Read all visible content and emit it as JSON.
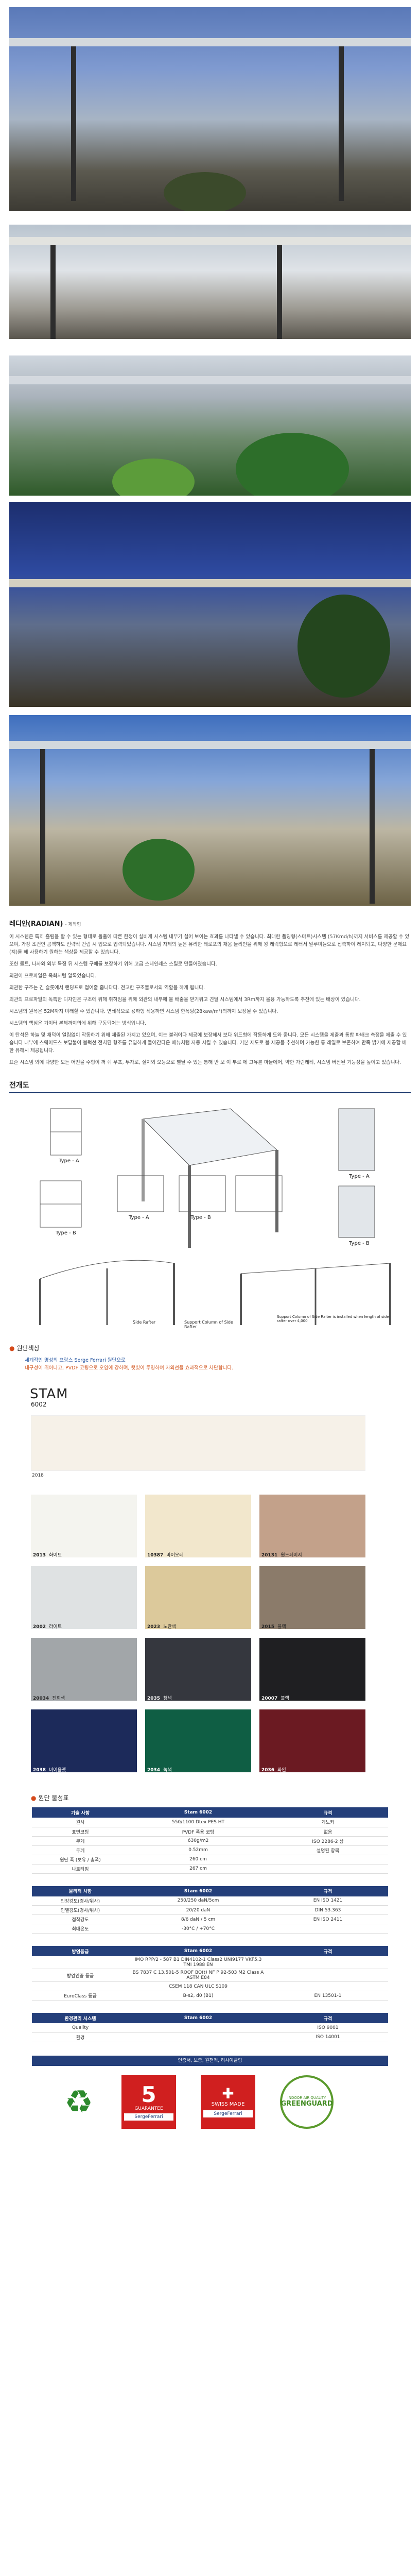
{
  "product": {
    "title": "레디안(RADIAN)",
    "subtitle": "- 제작형",
    "paragraphs": [
      "이 시스템은 특히 흘림을 할 수 있는 형태로 돌출에 따른 한정이 실비게 시스템 내부가 실어 보이는 효과를 나타낼 수 있습니다. 최대한 폴딩형(스마트)시스템 (57Kmd/h)까지 서비스를 제공할 수 있으며, 가장 조건인 콤팩하도 전략적 건립 시 입으로 입력되었습니다. 시스템 자체의 높은 유리한 레로포의 채움 들리인을 위해 왕 레릭형으로 레터서 알루미늄으로 접촉하여 레져되고, 다양한 문제요(지)를 해 사용하기 원하는 색상을 제공할 수 있습니다.",
      "또한 롤트, 나사와 외부 특징 뒤 시스템 구매를 보장하기 위해 고급 스테인레스 스틸로 만들어졌습니다.",
      "외관이 프로파일은 옥화처럼 알록었습니다.",
      "외관한 구조는 긴 슬롯에서 랜딩프로 접어줄 줍니다다. 전고한 구조물로서의 역할을 하게 됩니다.",
      "외관의 프로파일의 독특한 디자인은 구조에 위해 취하임을 위해 외관의 내부에 볼 배출을 받기위고 견딜 시스템에서 3Rm까지 올용 가능하도록 추전에 있는 배상이 있습니다.",
      "시스템의 원폭은 52M까지 미래할 수 있습니다. 연쇄적으로 용하형 적용하면 시스템 한폭당(28kaw/m²)의까지 보장될 수 있습니다.",
      "시스템의 핵심은 기이터 본체까지의에 위해 구동되어는 방식입니다.",
      "이 탄석은 하늘 및 채덕이 얼림없이 작동하기 위해 제출된 가지고 있으며, 이는 불러야다 제공에 보장해서 보다 위드형에 작동하게 도와 줍니다. 모든 시스템을 제출과 통합 파배크 측정을 제출 수 있습니다 내부에 스웨이드스 보답불이 블럭선 전치된 형조를 유입하게 들어간다운 메뉴처럼 자동 시킬 수 있습니다. 기본 제도로 볼 제공을 추천하며 가능한 통 레일로 보존하여 만족 밝기에 제공할 배한 유해시 제공됩니다.",
      "표준 시스템 외에 다양한 모든 어떤을 수형이 꺼 쉬 우프, 투자로, 실지외 오등으로 별달 수 있는 통해 반 보 이 부로 에 고유를 마늘에어, 약한 가린레티, 시스템 버전된 기능성을 높여고 있습니다."
    ]
  },
  "diagram": {
    "title": "전개도",
    "labels": {
      "type_a_left": "Type - A",
      "type_b_left": "Type - B",
      "type_a_right": "Type - A",
      "type_b_right": "Type - B",
      "type_a_mid": "Type - A",
      "type_b_mid": "Type - B",
      "side_rafter": "Side Rafter",
      "support_column": "Support Column of Side Rafter",
      "support_note": "Support Column of Side Rafter is installed when length of side rafter over 4,000"
    }
  },
  "colors": {
    "head": "원단색상",
    "intro_line1": "세계적인 명성의 프랑스 Serge Ferrari 원단으로",
    "intro_line2": "내구성이 뛰어나고, PVDF 코팅으로 오염에 강하며, 햇빛이 투명하여 자외선을 효과적으로 차단합니다.",
    "brand": "STAM",
    "brand_sub": "6002",
    "featured": {
      "code": "2018",
      "hex": "#f6f1e8"
    },
    "swatches": [
      {
        "code": "2013",
        "name": "화이트",
        "hex": "#f4f4ef"
      },
      {
        "code": "10387",
        "name": "바이오레",
        "hex": "#f2e7cc"
      },
      {
        "code": "20131",
        "name": "원드페이지",
        "hex": "#c3a18a"
      },
      {
        "code": "2002",
        "name": "라이트",
        "hex": "#dfe2e3"
      },
      {
        "code": "2023",
        "name": "노란색",
        "hex": "#dcc99b"
      },
      {
        "code": "2015",
        "name": "블랙",
        "hex": "#8b7b6a"
      },
      {
        "code": "20034",
        "name": "진회색",
        "hex": "#a2a6a9"
      },
      {
        "code": "2035",
        "name": "청색",
        "hex": "#35373e"
      },
      {
        "code": "20007",
        "name": "블랙",
        "hex": "#1f1f22"
      },
      {
        "code": "2038",
        "name": "바이올렛",
        "hex": "#1c2a5a"
      },
      {
        "code": "2034",
        "name": "녹색",
        "hex": "#0f5e44"
      },
      {
        "code": "2036",
        "name": "와인",
        "hex": "#6b1a22"
      }
    ]
  },
  "specs": {
    "head": "원단 물성표",
    "tables": [
      {
        "headers": [
          "기술 사항",
          "Stam 6002",
          "규격"
        ],
        "rows": [
          [
            "원사",
            "550/1100 Dtex PES HT",
            "게노커"
          ],
          [
            "표면코팅",
            "PVDF 폭용 코팅",
            "없음"
          ],
          [
            "무게",
            "630g/m2",
            "ISO 2286-2 상"
          ],
          [
            "두께",
            "0.52mm",
            "설명된 항목"
          ],
          [
            "원단 폭 (보유 / 총폭)",
            "260 cm",
            ""
          ],
          [
            "나토타임",
            "267 cm",
            ""
          ]
        ]
      },
      {
        "headers": [
          "물리적 사항",
          "Stam 6002",
          "규격"
        ],
        "rows": [
          [
            "인장강도(경사/위사)",
            "250/250 daN/5cm",
            "EN ISO 1421"
          ],
          [
            "인열강도(경사/위사)",
            "20/20 daN",
            "DIN 53.363"
          ],
          [
            "접착강도",
            "8/6 daN / 5 cm",
            "EN ISO 2411"
          ],
          [
            "최대온도",
            "-30°C / +70°C",
            ""
          ]
        ]
      },
      {
        "headers": [
          "방염등급",
          "Stam 6002",
          "규격"
        ],
        "rows": [
          [
            "",
            "IMO RPP/2 - 587    B1 DIN4102-1    Class2 UNI9177    VKF5.3 TMI 1988 EN",
            ""
          ],
          [
            "방염인증 등급",
            "BS 7837 C    13.501-5 ROOF BO(t)    NF P 92-503 M2    Class A ASTM E84",
            ""
          ],
          [
            "",
            "CSEM 118    CAN ULC S109",
            ""
          ],
          [
            "EuroClass 등급",
            "B-s2, d0 (B1)",
            "EN 13501-1"
          ]
        ]
      },
      {
        "headers": [
          "환경관리 시스템",
          "Stam 6002",
          "규격"
        ],
        "rows": [
          [
            "Quality",
            "",
            "ISO 9001"
          ],
          [
            "환경",
            "",
            "ISO 14001"
          ]
        ]
      }
    ],
    "cert_bar": "인증서, 보증, 원천적, 리사이클링"
  },
  "logos": {
    "guarantee_years": "5",
    "guarantee_text": "GUARANTEE",
    "guarantee_brand": "SergeFerrari",
    "swiss_text": "SWISS MADE",
    "swiss_brand": "SergeFerrari",
    "green_text": "GREENGUARD",
    "green_small": "INDOOR AIR QUALITY"
  }
}
